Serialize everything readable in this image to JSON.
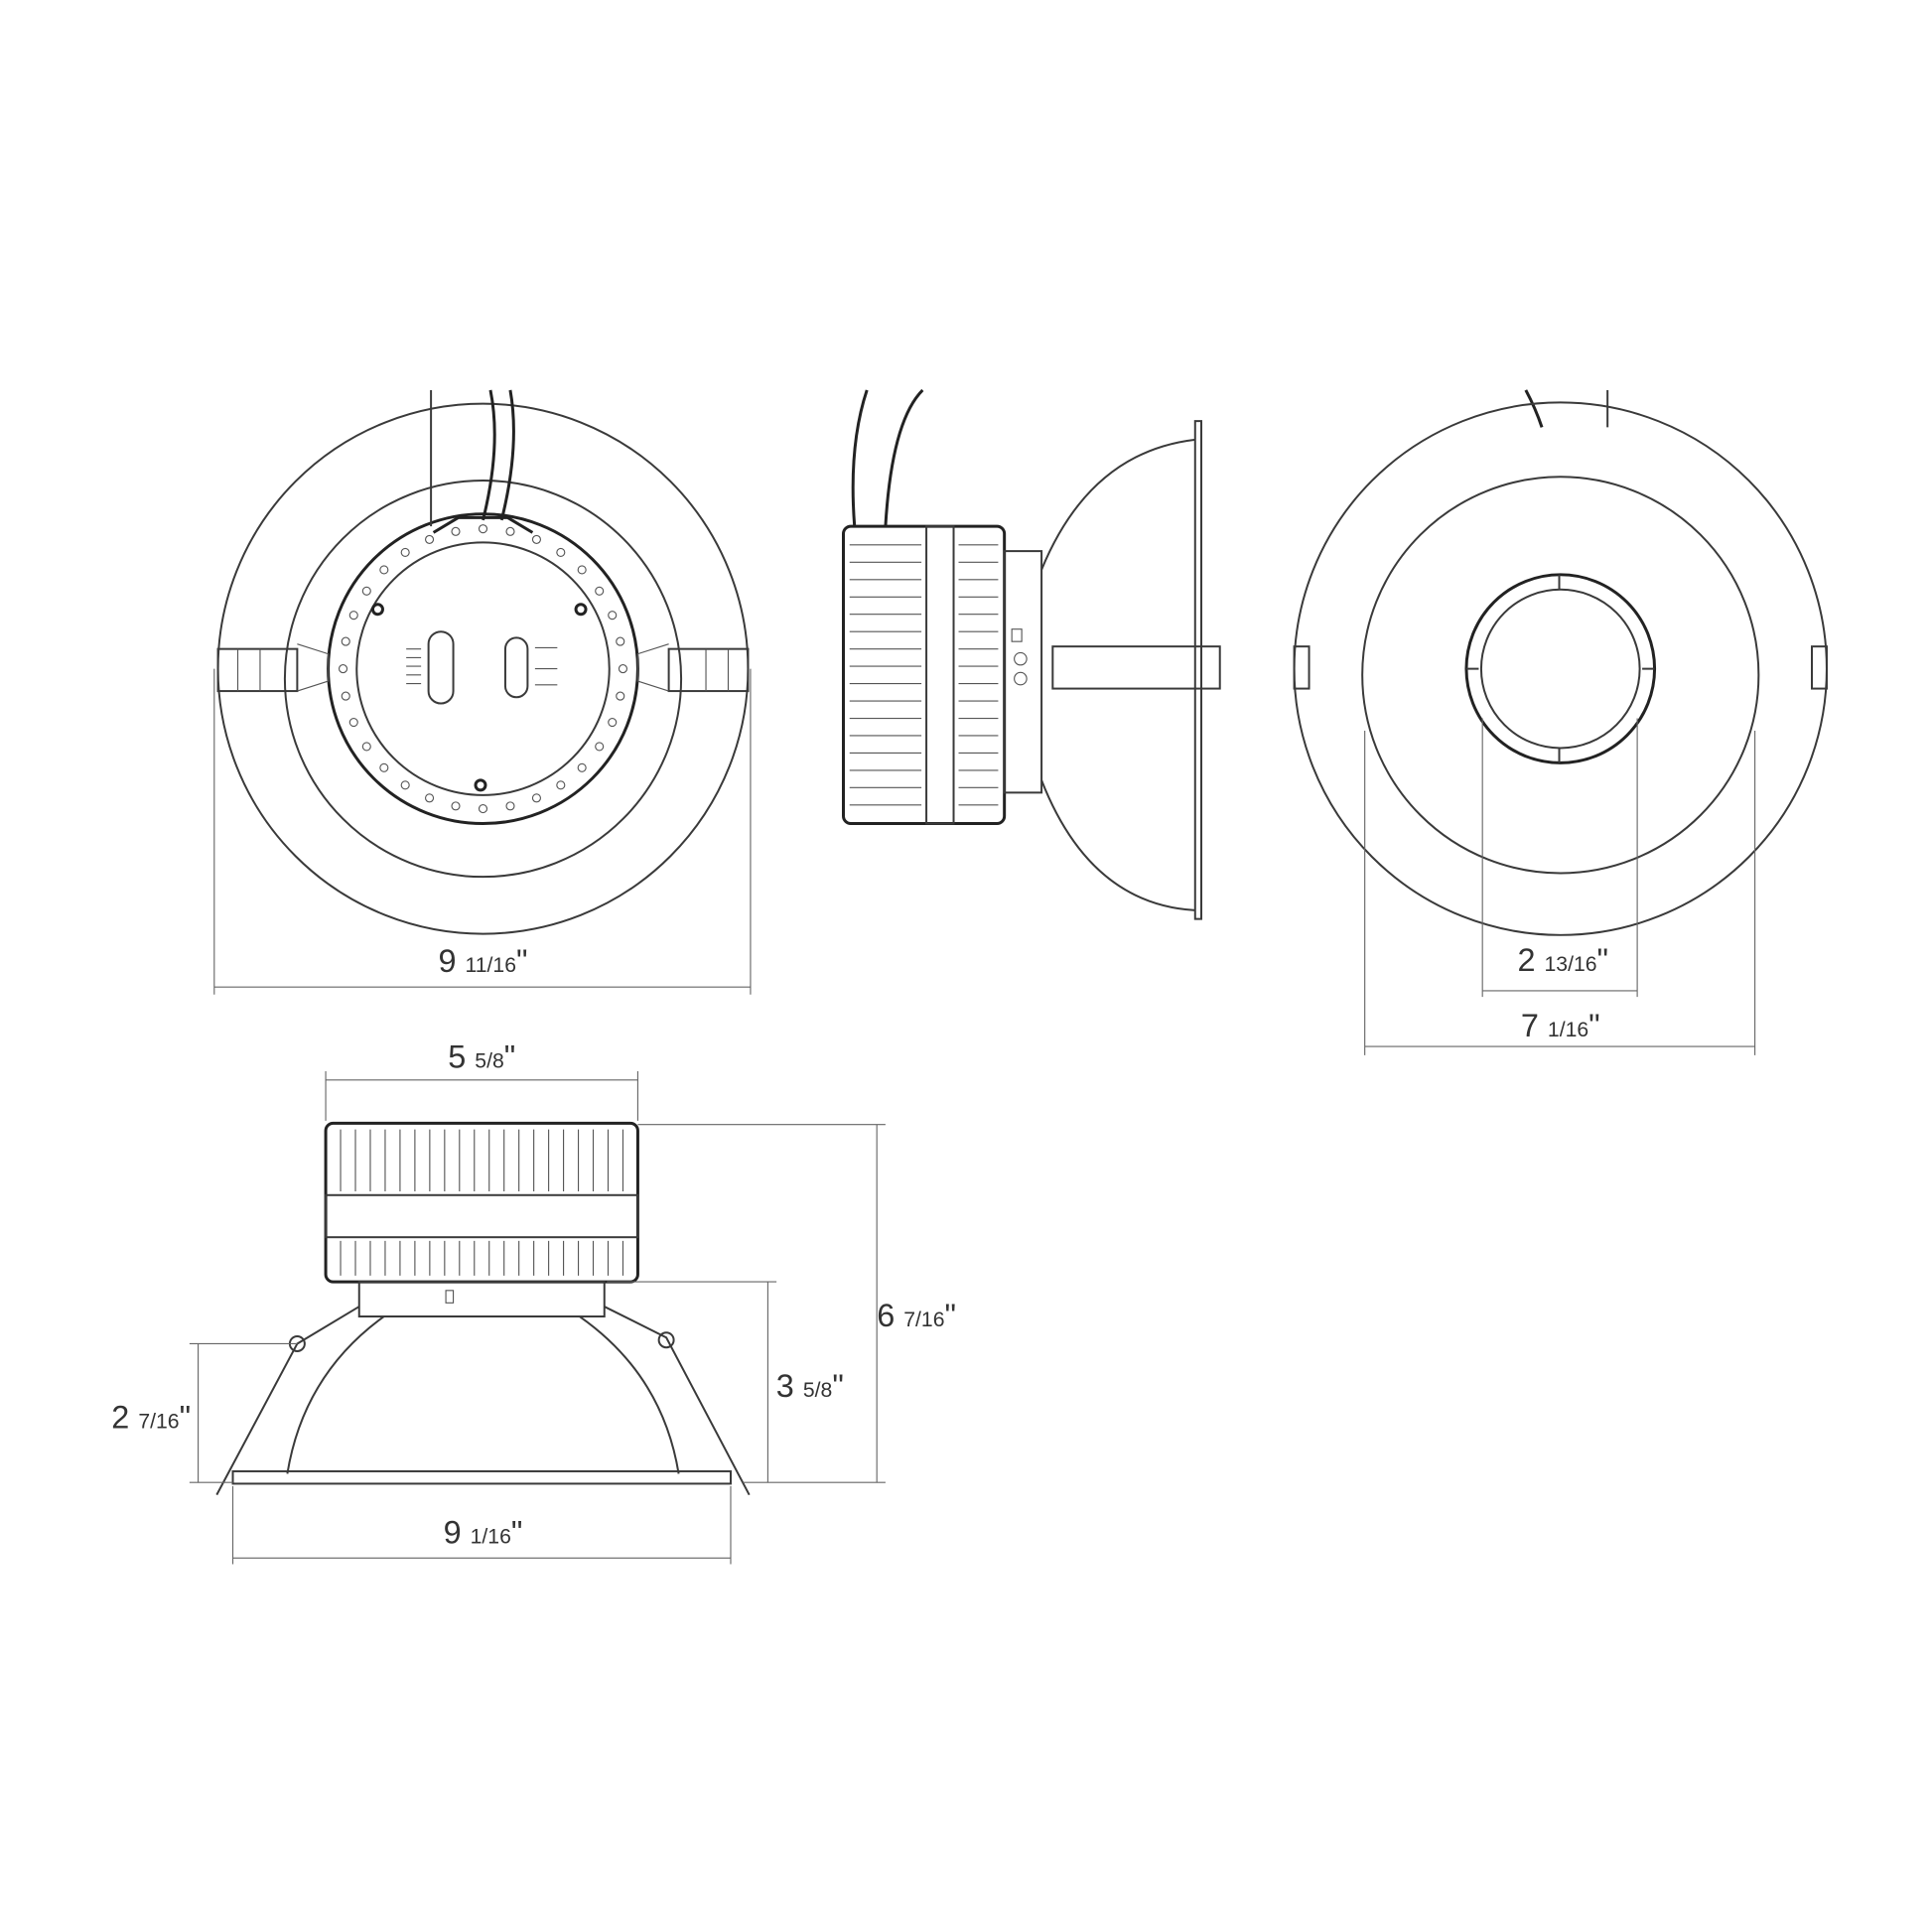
{
  "drawing": {
    "views": [
      "bottom-view",
      "side-view",
      "front-view",
      "side-elevation"
    ],
    "dimensions": {
      "bottom_view_width": {
        "whole": "9",
        "frac": "11/16",
        "unit": "\""
      },
      "lens_diameter": {
        "whole": "2",
        "frac": "13/16",
        "unit": "\""
      },
      "trim_inner_diameter": {
        "whole": "7",
        "frac": "1/16",
        "unit": "\""
      },
      "heatsink_width": {
        "whole": "5",
        "frac": "5/8",
        "unit": "\""
      },
      "overall_height": {
        "whole": "6",
        "frac": "7/16",
        "unit": "\""
      },
      "reflector_height": {
        "whole": "3",
        "frac": "5/8",
        "unit": "\""
      },
      "spring_height": {
        "whole": "2",
        "frac": "7/16",
        "unit": "\""
      },
      "trim_width": {
        "whole": "9",
        "frac": "1/16",
        "unit": "\""
      }
    }
  }
}
